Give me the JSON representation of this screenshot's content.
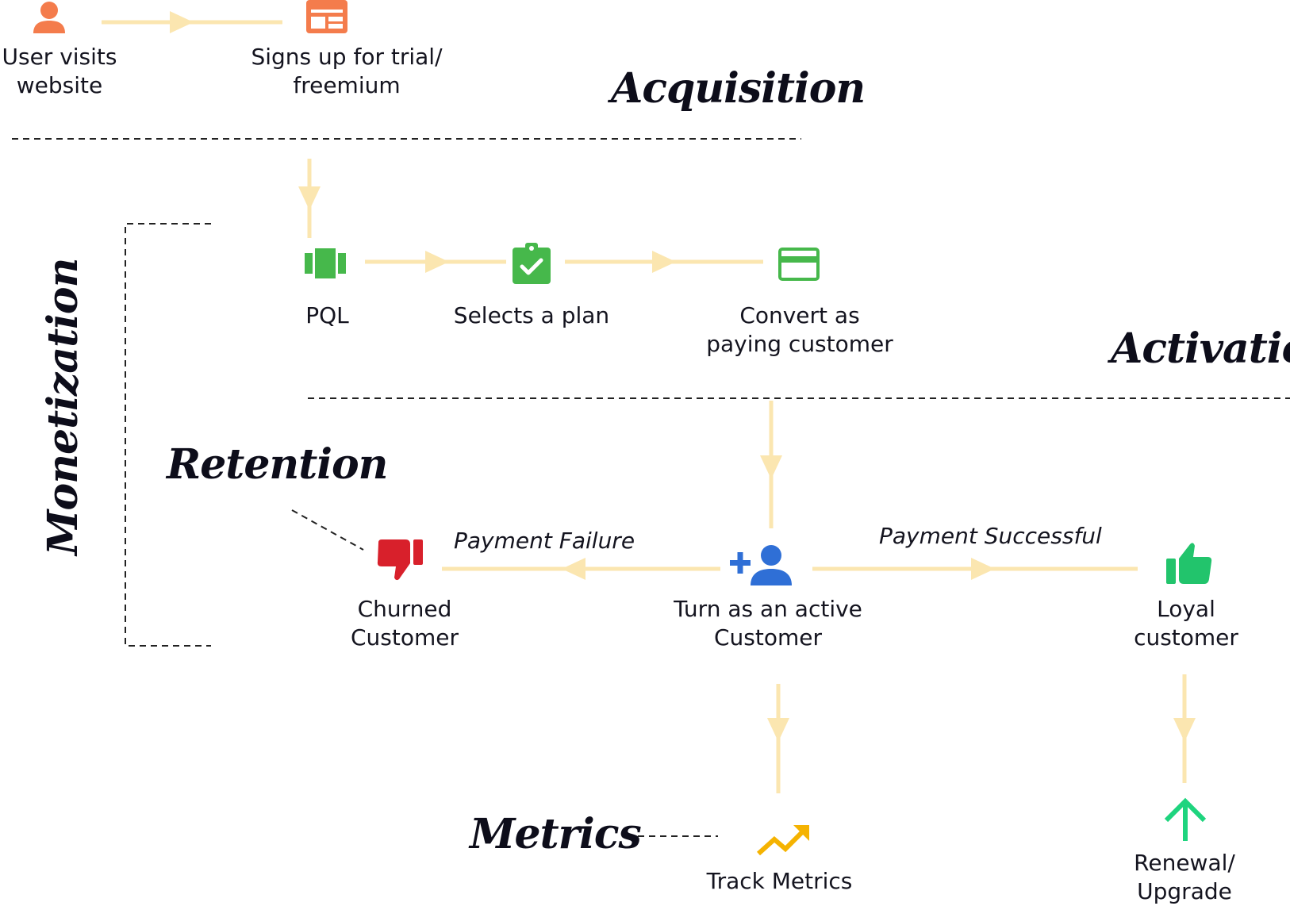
{
  "nodes": {
    "user_visits": {
      "line1": "User visits",
      "line2": "website"
    },
    "signs_up": {
      "line1": "Signs up for trial/",
      "line2": "freemium"
    },
    "pql": {
      "line1": "PQL"
    },
    "selects_plan": {
      "line1": "Selects a plan"
    },
    "convert": {
      "line1": "Convert as",
      "line2": "paying customer"
    },
    "active_customer": {
      "line1": "Turn as an active",
      "line2": "Customer"
    },
    "churned": {
      "line1": "Churned",
      "line2": "Customer"
    },
    "loyal": {
      "line1": "Loyal",
      "line2": "customer"
    },
    "track_metrics": {
      "line1": "Track Metrics"
    },
    "renewal": {
      "line1": "Renewal/",
      "line2": "Upgrade"
    }
  },
  "edges": {
    "payment_failure": "Payment Failure",
    "payment_successful": "Payment Successful"
  },
  "stages": {
    "acquisition": "Acquisition",
    "activation": "Activation",
    "retention": "Retention",
    "monetization": "Monetization",
    "metrics": "Metrics"
  },
  "colors": {
    "arrow": "#fbe6b0",
    "acquisition_icons": "#f47c4c",
    "activation_icons": "#46b84b",
    "active_customer_icon": "#2f6fd6",
    "churned_icon": "#d8202b",
    "loyal_icon": "#22c46c",
    "metrics_icon": "#f5b301",
    "renewal_icon": "#1ed47e",
    "divider": "#222222"
  },
  "icons": {
    "user_visits": "user-icon",
    "signs_up": "browser-window-icon",
    "pql": "filter-columns-icon",
    "selects_plan": "clipboard-check-icon",
    "convert": "credit-card-icon",
    "active_customer": "add-user-icon",
    "churned": "thumbs-down-icon",
    "loyal": "thumbs-up-icon",
    "track_metrics": "trending-up-icon",
    "renewal": "arrow-up-icon"
  }
}
